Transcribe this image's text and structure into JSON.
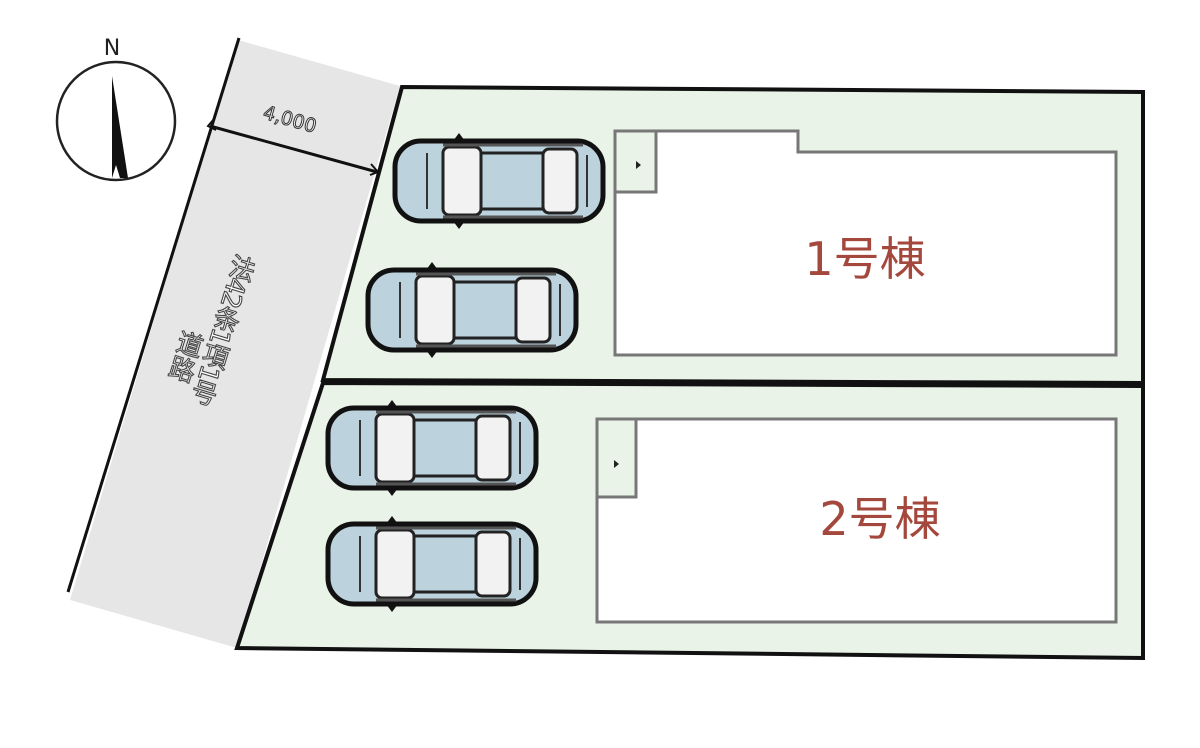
{
  "compass": {
    "north_label": "N"
  },
  "road": {
    "width_label": "4,000",
    "type_line1": "法42条1項1号",
    "type_line2": "道路"
  },
  "buildings": [
    {
      "label": "1号棟",
      "parking_spaces": 2
    },
    {
      "label": "2号棟",
      "parking_spaces": 2
    }
  ],
  "colors": {
    "lot_fill": "#e9f3e7",
    "road_fill": "#e6e6e6",
    "building_label": "#a4473c",
    "car_body": "#bcd3de"
  }
}
